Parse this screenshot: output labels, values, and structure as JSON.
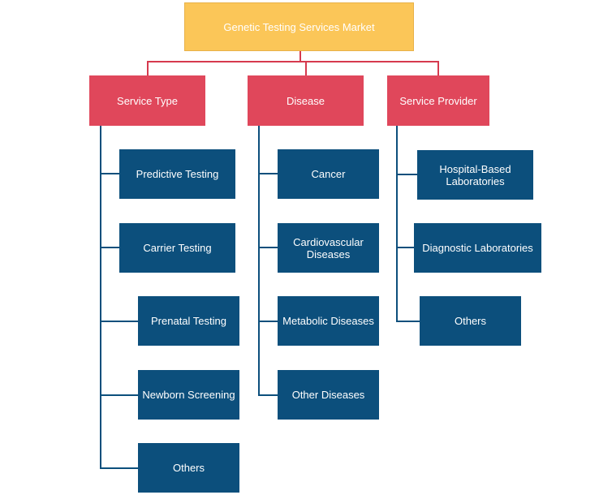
{
  "root": {
    "label": "Genetic Testing Services Market"
  },
  "categories": [
    {
      "label": "Service Type",
      "items": [
        "Predictive Testing",
        "Carrier Testing",
        "Prenatal Testing",
        "Newborn Screening",
        "Others"
      ]
    },
    {
      "label": "Disease",
      "items": [
        "Cancer",
        "Cardiovascular Diseases",
        "Metabolic Diseases",
        "Other Diseases"
      ]
    },
    {
      "label": "Service Provider",
      "items": [
        "Hospital-Based Laboratories",
        "Diagnostic Laboratories",
        "Others"
      ]
    }
  ],
  "colors": {
    "root": "#fbc658",
    "category": "#e0475b",
    "leaf": "#0c4f7c",
    "connector_red": "#d63a4e",
    "connector_blue": "#0c4f7c"
  }
}
